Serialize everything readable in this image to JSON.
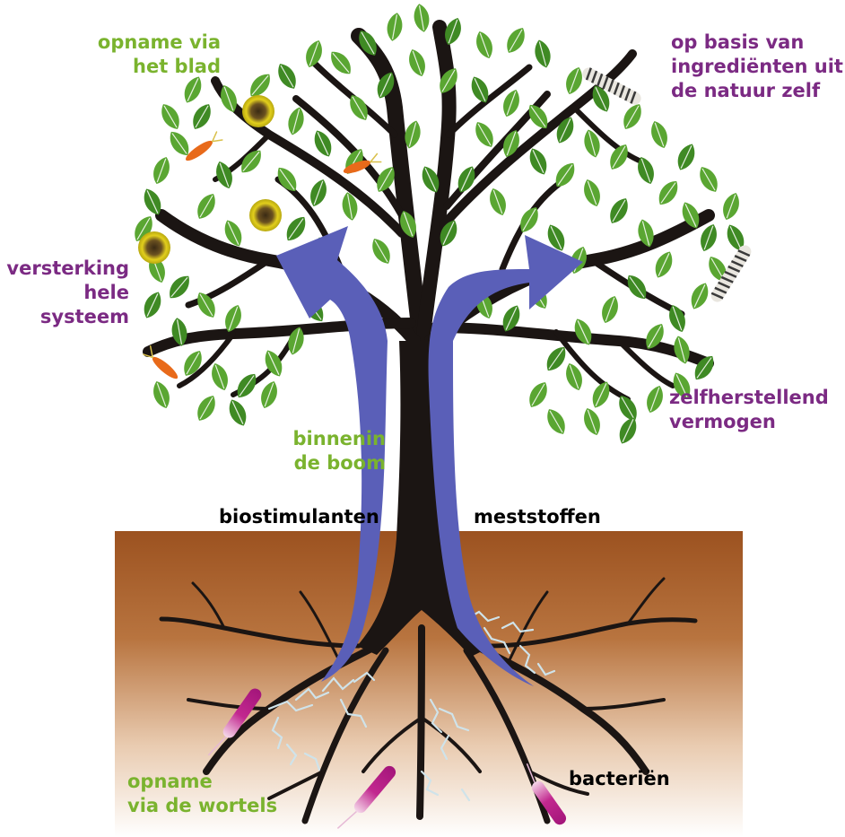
{
  "colors": {
    "green_label": "#7ab32e",
    "purple_label": "#7b2a83",
    "black_label": "#000000",
    "leaf": "#5aa632",
    "leaf_dark": "#3f8a24",
    "trunk": "#1b1513",
    "arrow": "#5a5fb8",
    "soil_top": "#9c5220",
    "soil_bottom": "#ffffff",
    "fungus": "#d8c21a",
    "insect": "#e86a1a",
    "bacteria": "#c2288f",
    "root_hair": "#cfe3ea"
  },
  "icons": [
    "leaf-icon",
    "fungus-spot-icon",
    "insect-icon",
    "caterpillar-icon",
    "bacteria-icon"
  ],
  "labels": {
    "opname_blad": {
      "lines": [
        "opname via",
        "het blad"
      ]
    },
    "natuur": {
      "lines": [
        "op basis van",
        "ingrediënten uit",
        "de natuur zelf"
      ]
    },
    "versterking": {
      "lines": [
        "versterking",
        "hele",
        "systeem"
      ]
    },
    "zelfherstellend": {
      "lines": [
        "zelfherstellend",
        "vermogen"
      ]
    },
    "binnenin": {
      "lines": [
        "binnenin",
        "de boom"
      ]
    },
    "biostimulanten": {
      "lines": [
        "biostimulanten"
      ]
    },
    "meststoffen": {
      "lines": [
        "meststoffen"
      ]
    },
    "opname_wortels": {
      "lines": [
        "opname",
        "via de wortels"
      ]
    },
    "bacterien": {
      "lines": [
        "bacteriën"
      ]
    }
  }
}
